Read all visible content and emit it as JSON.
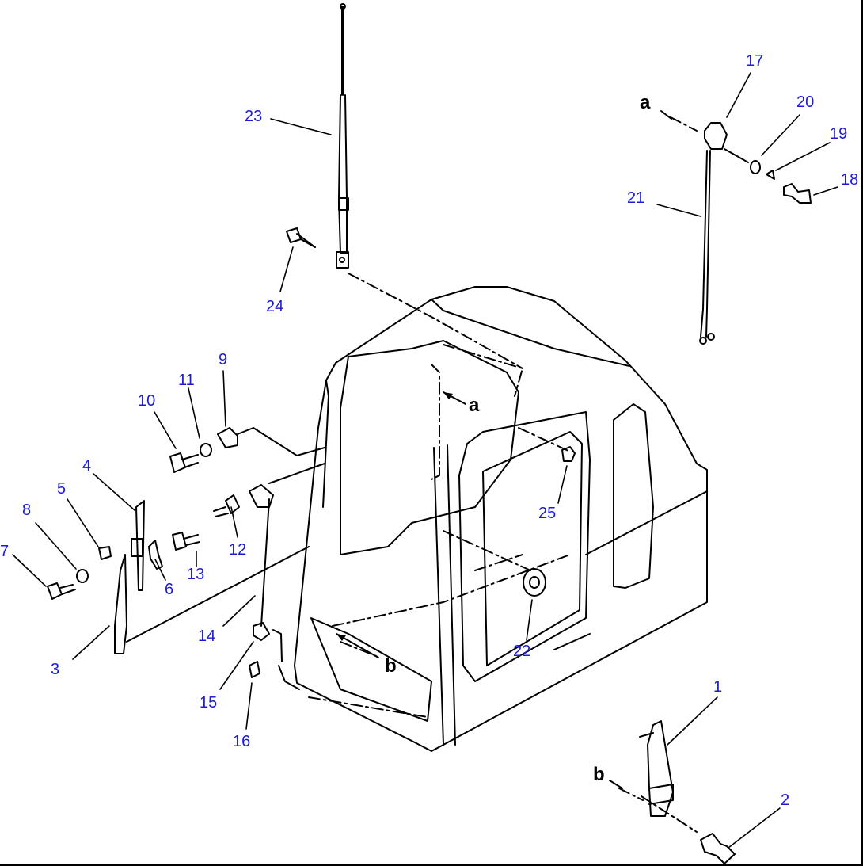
{
  "diagram": {
    "callouts": {
      "c1": "1",
      "c2": "2",
      "c3": "3",
      "c4": "4",
      "c5": "5",
      "c6": "6",
      "c7": "7",
      "c8": "8",
      "c9": "9",
      "c10": "10",
      "c11": "11",
      "c12": "12",
      "c13": "13",
      "c14": "14",
      "c15": "15",
      "c16": "16",
      "c17": "17",
      "c18": "18",
      "c19": "19",
      "c20": "20",
      "c21": "21",
      "c22": "22",
      "c23": "23",
      "c24": "24",
      "c25": "25"
    },
    "refs": {
      "a1": "a",
      "a2": "a",
      "b1": "b",
      "b2": "b"
    },
    "colors": {
      "callout": "#1a1ad8",
      "line": "#000000",
      "background": "#ffffff"
    }
  }
}
